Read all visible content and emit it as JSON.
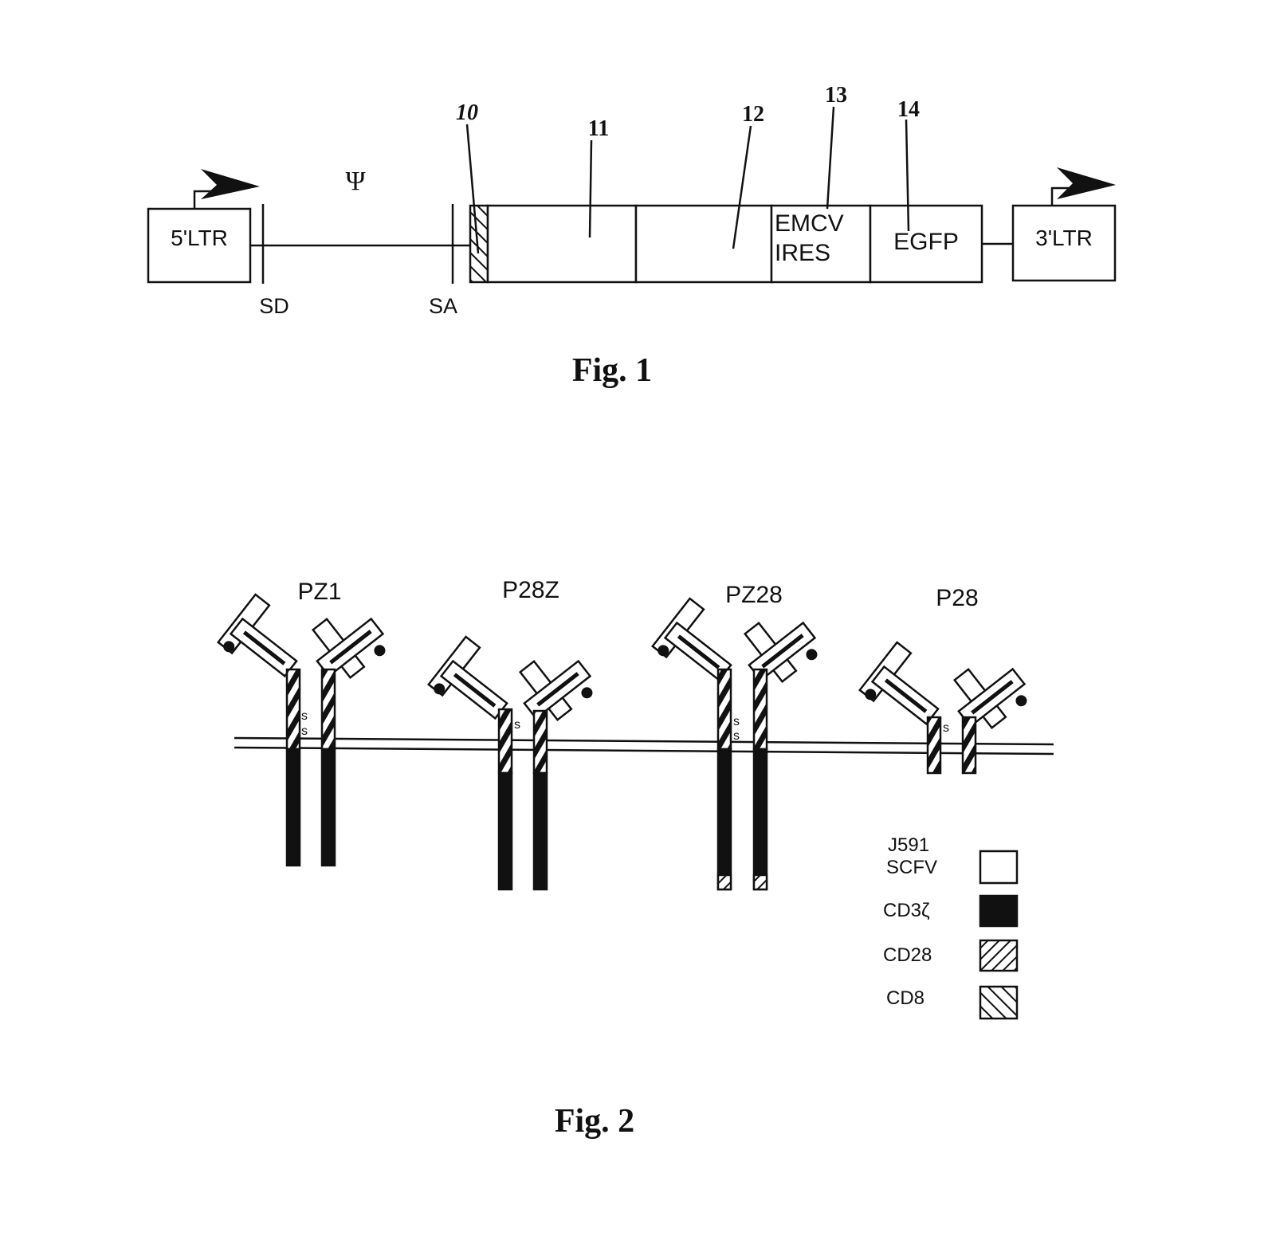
{
  "fig1": {
    "caption": "Fig. 1",
    "psi": "Ψ",
    "sd": "SD",
    "sa": "SA",
    "boxes": {
      "ltr5": "5'LTR",
      "ltr3": "3'LTR",
      "emcv_line1": "EMCV",
      "emcv_line2": "IRES",
      "egfp": "EGFP"
    },
    "callouts": [
      "10",
      "11",
      "12",
      "13",
      "14"
    ]
  },
  "fig2": {
    "caption": "Fig. 2",
    "constructs": [
      "PZ1",
      "P28Z",
      "PZ28",
      "P28"
    ],
    "ss_label": "s",
    "legend": [
      {
        "label_line1": "J591",
        "label_line2": "SCFV",
        "pattern": "white"
      },
      {
        "label_line1": "CD3ζ",
        "label_line2": "",
        "pattern": "black"
      },
      {
        "label_line1": "CD28",
        "label_line2": "",
        "pattern": "hatch-right"
      },
      {
        "label_line1": "CD8",
        "label_line2": "",
        "pattern": "hatch-left"
      }
    ]
  },
  "colors": {
    "ink": "#111111",
    "paper": "#ffffff"
  }
}
